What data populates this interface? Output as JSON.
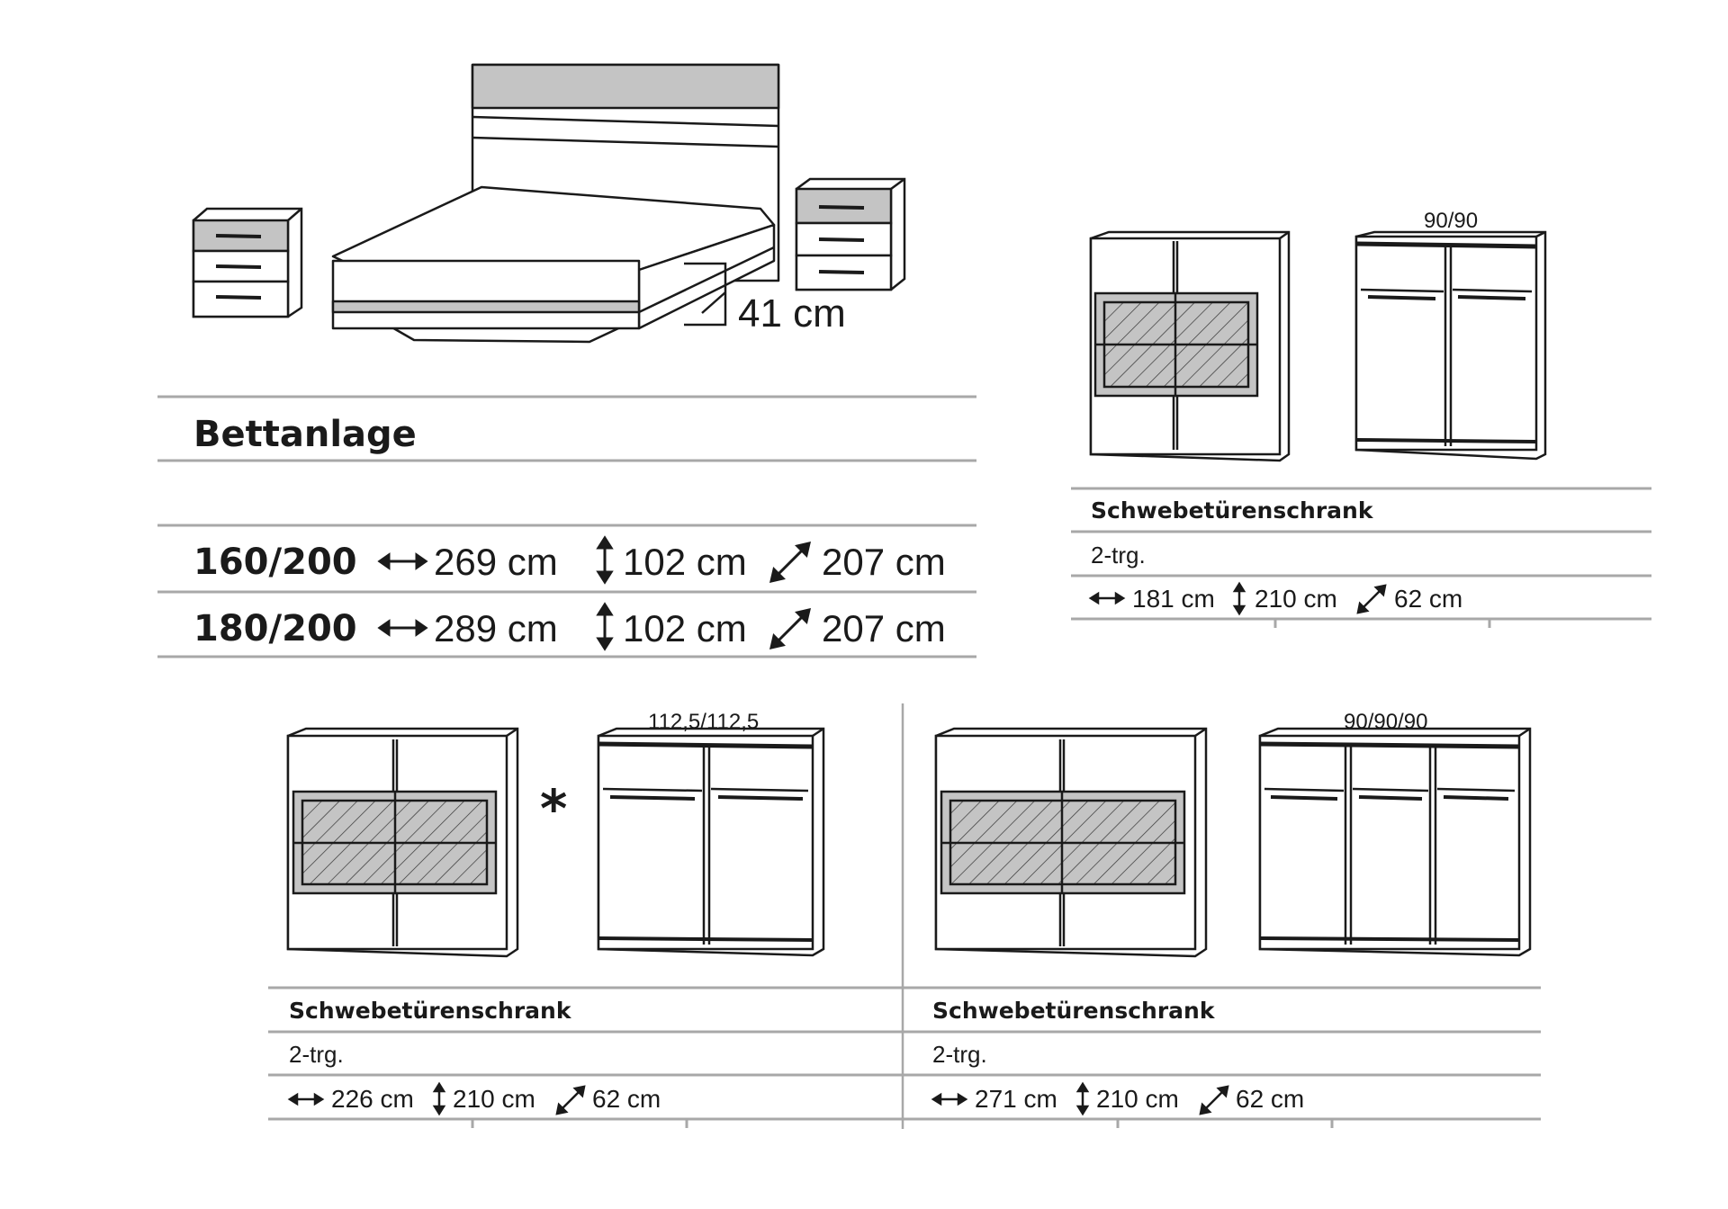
{
  "bed": {
    "title": "Bettanlage",
    "height_note": "41 cm",
    "rows": [
      {
        "size": "160/200",
        "width": "269 cm",
        "height": "102 cm",
        "depth": "207 cm"
      },
      {
        "size": "180/200",
        "width": "289 cm",
        "height": "102 cm",
        "depth": "207 cm"
      }
    ]
  },
  "cabinets": [
    {
      "title": "Schwebetürenschrank",
      "doors": "2-trg.",
      "interior": "90/90",
      "width": "181 cm",
      "height": "210 cm",
      "depth": "62 cm"
    },
    {
      "title": "Schwebetürenschrank",
      "doors": "2-trg.",
      "interior": "112,5/112,5",
      "marker": "*",
      "width": "226 cm",
      "height": "210 cm",
      "depth": "62 cm"
    },
    {
      "title": "Schwebetürenschrank",
      "doors": "2-trg.",
      "interior": "90/90/90",
      "width": "271 cm",
      "height": "210 cm",
      "depth": "62 cm"
    }
  ],
  "colors": {
    "line": "#1a1a1a",
    "rule": "#a8a8a8",
    "accent": "#c4c4c4",
    "panel": "#ffffff"
  }
}
